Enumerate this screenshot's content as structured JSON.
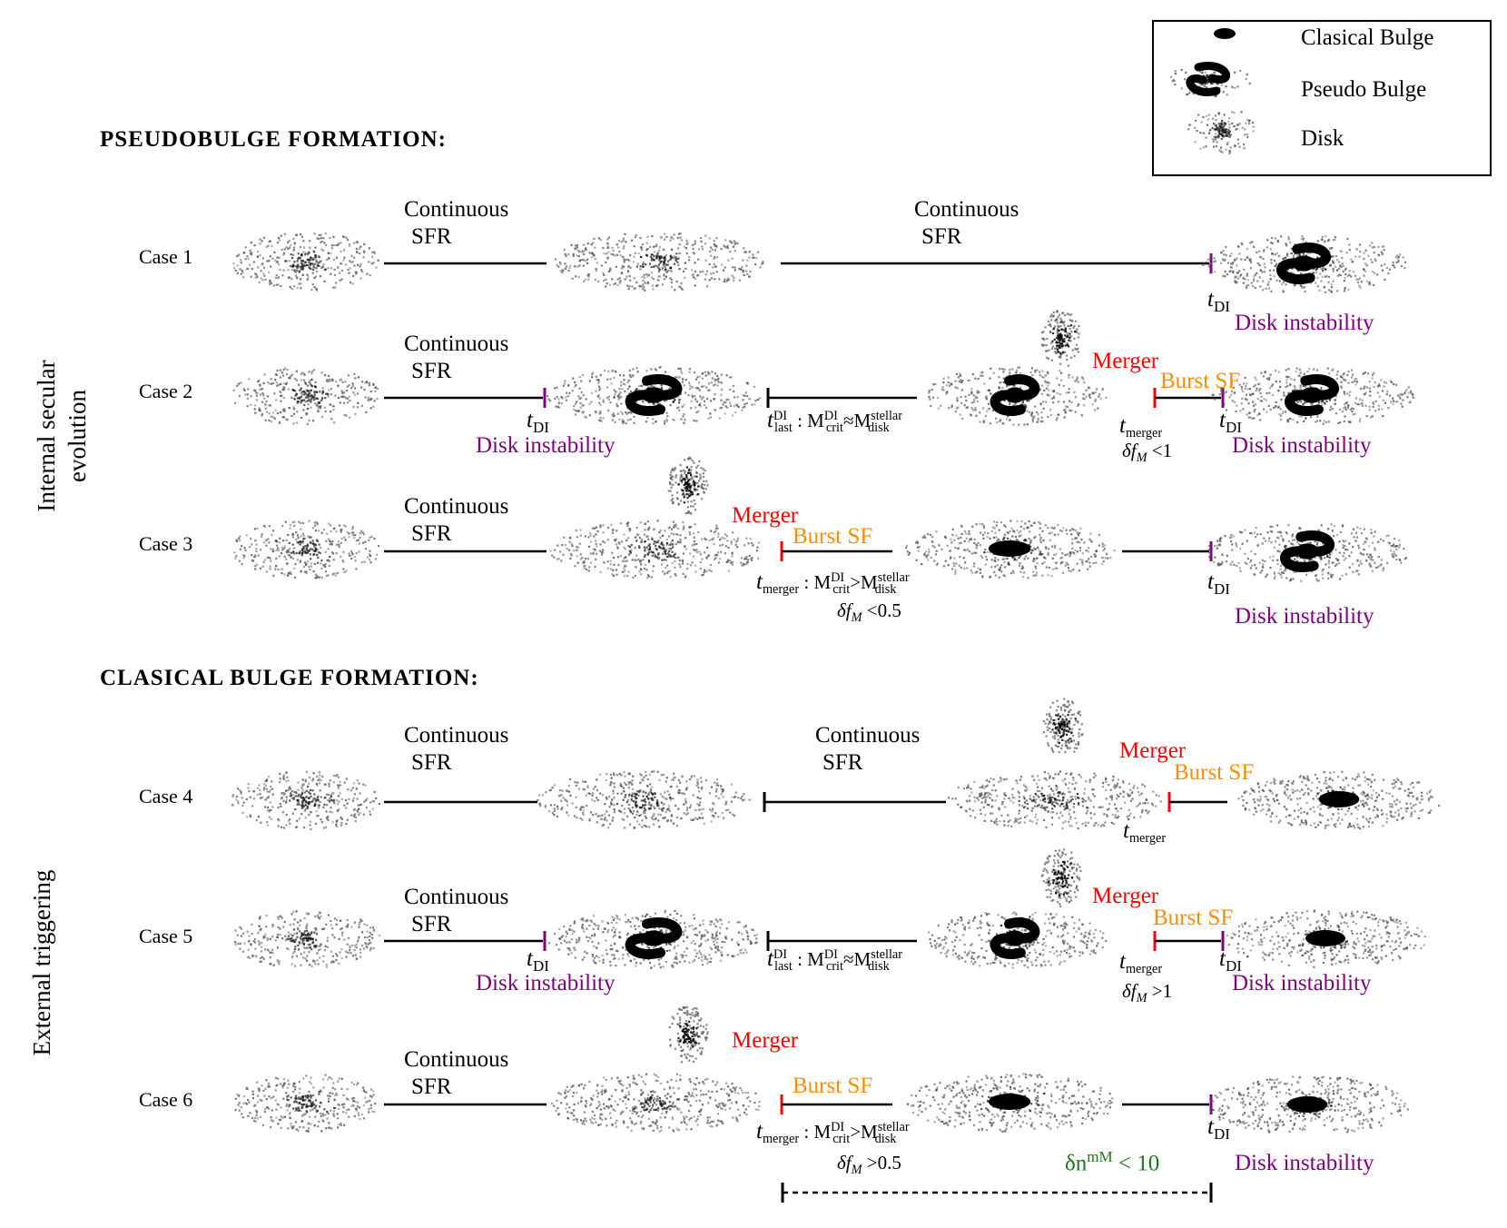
{
  "sections": {
    "pseudobulge": "PSEUDOBULGE FORMATION:",
    "classical": "CLASICAL BULGE FORMATION:"
  },
  "side_labels": {
    "internal_line1": "Internal secular",
    "internal_line2": "evolution",
    "external": "External triggering"
  },
  "legend": {
    "classical": "Clasical Bulge",
    "pseudo": "Pseudo Bulge",
    "disk": "Disk"
  },
  "cases": [
    "Case 1",
    "Case 2",
    "Case 3",
    "Case 4",
    "Case 5",
    "Case 6"
  ],
  "common": {
    "continuous": "Continuous",
    "sfr": "SFR",
    "merger": "Merger",
    "burst": "Burst SF",
    "disk_instability": "Disk instability",
    "t_italic": "t",
    "sub_di": "DI",
    "sub_merger": "merger",
    "sub_last": "last",
    "sup_di": "DI",
    "m_crit": "M",
    "sub_crit": "crit",
    "m_disk": "M",
    "sub_disk": "disk",
    "sup_stellar": "stellar",
    "colon": " : ",
    "approx": "≈",
    "gt": ">",
    "delta_f": "δf",
    "sub_m": "M"
  },
  "conditions": {
    "c2_df": "<1",
    "c3_df": "<0.5",
    "c5_df": ">1",
    "c6_df": ">0.5",
    "c6_dn_base": "δn",
    "c6_dn_sup": "mM",
    "c6_dn_rest": " < 10"
  },
  "colors": {
    "purple": "#800080",
    "red": "#ff0000",
    "orange": "#ff8c00",
    "green": "#1a7a1a"
  }
}
